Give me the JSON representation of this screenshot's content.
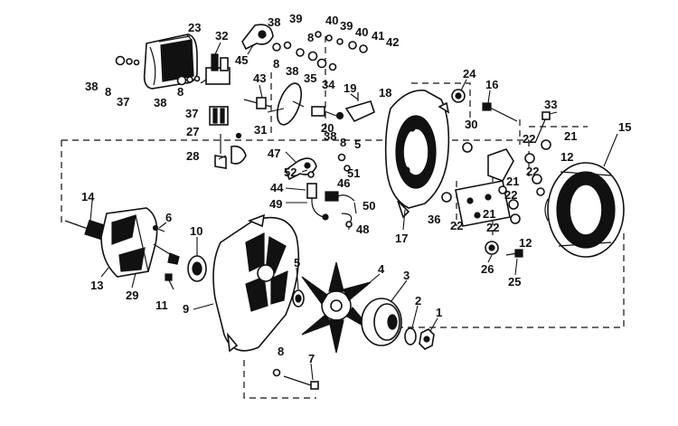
{
  "diagram": {
    "type": "exploded-parts-view",
    "callouts": [
      {
        "id": "c1",
        "label": "1"
      },
      {
        "id": "c2",
        "label": "2"
      },
      {
        "id": "c3",
        "label": "3"
      },
      {
        "id": "c4",
        "label": "4"
      },
      {
        "id": "c5a",
        "label": "5"
      },
      {
        "id": "c5b",
        "label": "5"
      },
      {
        "id": "c6",
        "label": "6"
      },
      {
        "id": "c7",
        "label": "7"
      },
      {
        "id": "c8a",
        "label": "8"
      },
      {
        "id": "c8b",
        "label": "8"
      },
      {
        "id": "c8c",
        "label": "8"
      },
      {
        "id": "c8d",
        "label": "8"
      },
      {
        "id": "c8e",
        "label": "8"
      },
      {
        "id": "c8f",
        "label": "8"
      },
      {
        "id": "c9",
        "label": "9"
      },
      {
        "id": "c10",
        "label": "10"
      },
      {
        "id": "c11",
        "label": "11"
      },
      {
        "id": "c12a",
        "label": "12"
      },
      {
        "id": "c12b",
        "label": "12"
      },
      {
        "id": "c13",
        "label": "13"
      },
      {
        "id": "c14",
        "label": "14"
      },
      {
        "id": "c15",
        "label": "15"
      },
      {
        "id": "c16",
        "label": "16"
      },
      {
        "id": "c17",
        "label": "17"
      },
      {
        "id": "c18",
        "label": "18"
      },
      {
        "id": "c19",
        "label": "19"
      },
      {
        "id": "c20",
        "label": "20"
      },
      {
        "id": "c21a",
        "label": "21"
      },
      {
        "id": "c21b",
        "label": "21"
      },
      {
        "id": "c21c",
        "label": "21"
      },
      {
        "id": "c22a",
        "label": "22"
      },
      {
        "id": "c22b",
        "label": "22"
      },
      {
        "id": "c22c",
        "label": "22"
      },
      {
        "id": "c22d",
        "label": "22"
      },
      {
        "id": "c22e",
        "label": "22"
      },
      {
        "id": "c23",
        "label": "23"
      },
      {
        "id": "c24",
        "label": "24"
      },
      {
        "id": "c25",
        "label": "25"
      },
      {
        "id": "c26",
        "label": "26"
      },
      {
        "id": "c27",
        "label": "27"
      },
      {
        "id": "c28",
        "label": "28"
      },
      {
        "id": "c29",
        "label": "29"
      },
      {
        "id": "c30",
        "label": "30"
      },
      {
        "id": "c31",
        "label": "31"
      },
      {
        "id": "c32",
        "label": "32"
      },
      {
        "id": "c33",
        "label": "33"
      },
      {
        "id": "c34",
        "label": "34"
      },
      {
        "id": "c35",
        "label": "35"
      },
      {
        "id": "c36",
        "label": "36"
      },
      {
        "id": "c37a",
        "label": "37"
      },
      {
        "id": "c37b",
        "label": "37"
      },
      {
        "id": "c38a",
        "label": "38"
      },
      {
        "id": "c38b",
        "label": "38"
      },
      {
        "id": "c38c",
        "label": "38"
      },
      {
        "id": "c38d",
        "label": "38"
      },
      {
        "id": "c38e",
        "label": "38"
      },
      {
        "id": "c39a",
        "label": "39"
      },
      {
        "id": "c39b",
        "label": "39"
      },
      {
        "id": "c40a",
        "label": "40"
      },
      {
        "id": "c40b",
        "label": "40"
      },
      {
        "id": "c41",
        "label": "41"
      },
      {
        "id": "c42",
        "label": "42"
      },
      {
        "id": "c43",
        "label": "43"
      },
      {
        "id": "c44",
        "label": "44"
      },
      {
        "id": "c45",
        "label": "45"
      },
      {
        "id": "c46",
        "label": "46"
      },
      {
        "id": "c47",
        "label": "47"
      },
      {
        "id": "c48",
        "label": "48"
      },
      {
        "id": "c49",
        "label": "49"
      },
      {
        "id": "c50",
        "label": "50"
      },
      {
        "id": "c51",
        "label": "51"
      },
      {
        "id": "c52",
        "label": "52"
      }
    ]
  }
}
